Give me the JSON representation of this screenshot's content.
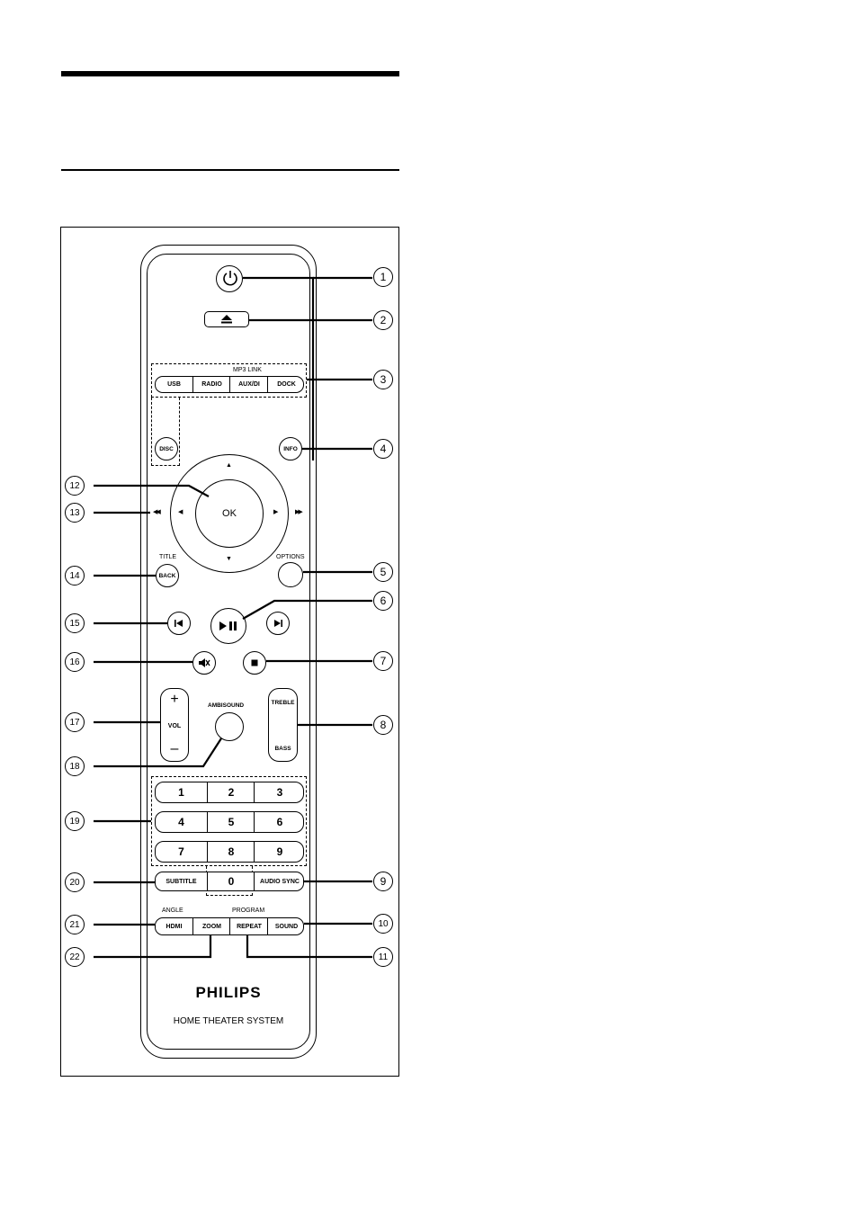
{
  "remote": {
    "brand": "PHILIPS",
    "product": "HOME THEATER SYSTEM",
    "buttons": {
      "mp3link_label": "MP3 LINK",
      "source": [
        "USB",
        "RADIO",
        "AUX/DI",
        "DOCK"
      ],
      "disc": "DISC",
      "info": "INFO",
      "ok": "OK",
      "options": "OPTIONS",
      "title_label": "TITLE",
      "back": "BACK",
      "vol": "VOL",
      "vol_plus": "+",
      "vol_minus": "–",
      "ambisound": "AMBISOUND",
      "treble": "TREBLE",
      "bass": "BASS",
      "digits": [
        "1",
        "2",
        "3",
        "4",
        "5",
        "6",
        "7",
        "8",
        "9",
        "0"
      ],
      "subtitle": "SUBTITLE",
      "audio_sync": "AUDIO SYNC",
      "angle_label": "ANGLE",
      "program_label": "PROGRAM",
      "hdmi": "HDMI",
      "zoom": "ZOOM",
      "repeat": "REPEAT",
      "sound": "SOUND"
    }
  },
  "callouts": [
    "1",
    "2",
    "3",
    "4",
    "5",
    "6",
    "7",
    "8",
    "9",
    "10",
    "11",
    "12",
    "13",
    "14",
    "15",
    "16",
    "17",
    "18",
    "19",
    "20",
    "21",
    "22"
  ]
}
